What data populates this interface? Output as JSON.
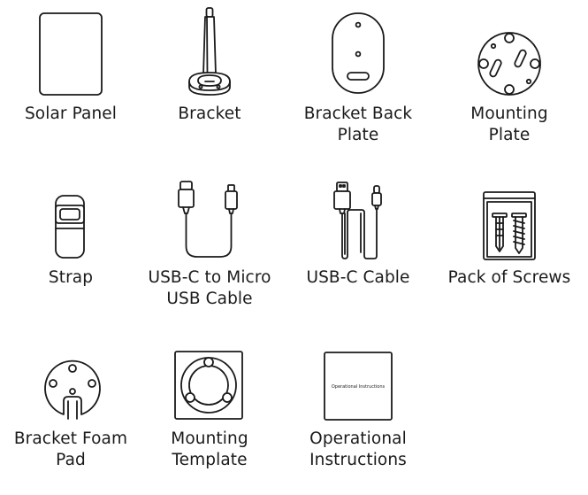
{
  "items": [
    {
      "id": "solar-panel",
      "icon": "solar-panel-icon",
      "label_lines": [
        "Solar Panel"
      ]
    },
    {
      "id": "bracket",
      "icon": "bracket-icon",
      "label_lines": [
        "Bracket"
      ]
    },
    {
      "id": "bracket-back-plate",
      "icon": "bracket-back-plate-icon",
      "label_lines": [
        "Bracket Back",
        "Plate"
      ]
    },
    {
      "id": "mounting-plate",
      "icon": "mounting-plate-icon",
      "label_lines": [
        "Mounting",
        "Plate"
      ]
    },
    {
      "id": "strap",
      "icon": "strap-icon",
      "label_lines": [
        "Strap"
      ]
    },
    {
      "id": "usb-c-to-micro-usb-cable",
      "icon": "usb-c-micro-cable-icon",
      "label_lines": [
        "USB-C to Micro",
        "USB Cable"
      ]
    },
    {
      "id": "usb-c-cable",
      "icon": "usb-c-cable-icon",
      "label_lines": [
        "USB-C Cable"
      ]
    },
    {
      "id": "pack-of-screws",
      "icon": "screw-pack-icon",
      "label_lines": [
        "Pack of Screws"
      ]
    },
    {
      "id": "bracket-foam-pad",
      "icon": "foam-pad-icon",
      "label_lines": [
        "Bracket Foam",
        "Pad"
      ]
    },
    {
      "id": "mounting-template",
      "icon": "mounting-template-icon",
      "label_lines": [
        "Mounting",
        "Template"
      ]
    },
    {
      "id": "operational-instructions",
      "icon": "instructions-booklet-icon",
      "label_lines": [
        "Operational",
        "Instructions"
      ],
      "cover_text": "Operational Instructions"
    }
  ],
  "colors": {
    "line": "#1a1a1a",
    "background": "#ffffff"
  }
}
